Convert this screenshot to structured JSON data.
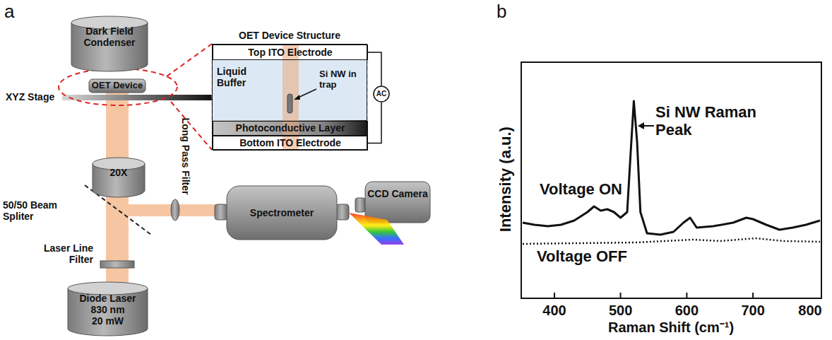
{
  "diagram": {
    "nodes": [
      {
        "text": [
          "Dark Field Condenser"
        ]
      },
      {
        "text": [
          "OET Device"
        ]
      },
      {
        "text": [
          "20X"
        ]
      },
      {
        "text": [
          "Spectrometer"
        ]
      },
      {
        "text": [
          "CCD Camera"
        ]
      },
      {
        "text": [
          "Diode Laser",
          "830 nm",
          "20 mW"
        ]
      },
      {
        "text": [
          "OET Device Structure"
        ]
      },
      {
        "text": [
          "Top ITO Electrode"
        ],
        "in": 6
      },
      {
        "text": [
          "Liquid Buffer"
        ],
        "in": 6
      },
      {
        "text": [
          "Photoconductive Layer"
        ],
        "in": 6
      },
      {
        "text": [
          "Bottom ITO Electrode"
        ],
        "in": 6
      },
      {
        "text": [
          "AC"
        ]
      }
    ],
    "edges": [
      {
        "from": 11,
        "to": 7,
        "arrow": "none"
      },
      {
        "from": 11,
        "to": 10,
        "arrow": "none"
      }
    ],
    "labels": [
      "a",
      "b",
      "XYZ Stage",
      "50/50 Beam Spliter",
      "Long Pass Filter",
      "Laser Line Filter",
      "Si NW in trap",
      "Si NW Raman Peak",
      "Voltage ON",
      "Voltage OFF",
      "Intensity (a.u.)",
      "Raman Shift (cm⁻¹)",
      "400",
      "500",
      "600",
      "700",
      "800"
    ]
  }
}
